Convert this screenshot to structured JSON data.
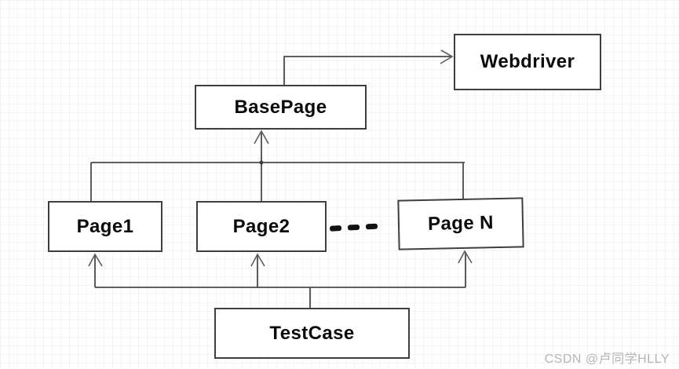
{
  "diagram": {
    "type": "uml-architecture-diagram",
    "subject": "Page Object Model structure",
    "nodes": {
      "webdriver": {
        "label": "Webdriver"
      },
      "basepage": {
        "label": "BasePage"
      },
      "page1": {
        "label": "Page1"
      },
      "page2": {
        "label": "Page2"
      },
      "pagen": {
        "label": "Page N"
      },
      "testcase": {
        "label": "TestCase"
      }
    },
    "edges": [
      {
        "from": "BasePage",
        "to": "Webdriver",
        "style": "open-arrow"
      },
      {
        "from": "Page1",
        "to": "BasePage",
        "style": "open-arrow"
      },
      {
        "from": "Page2",
        "to": "BasePage",
        "style": "open-arrow"
      },
      {
        "from": "Page N",
        "to": "BasePage",
        "style": "open-arrow"
      },
      {
        "from": "TestCase",
        "to": "Page1",
        "style": "open-arrow"
      },
      {
        "from": "TestCase",
        "to": "Page2",
        "style": "open-arrow"
      },
      {
        "from": "TestCase",
        "to": "Page N",
        "style": "open-arrow"
      }
    ],
    "ellipsis_icon": "- - -"
  },
  "watermark": {
    "text": "CSDN @卢同学HLLY"
  },
  "colors": {
    "background": "#ffffff",
    "box_border": "#3f3f3f",
    "line": "#4a4a4a",
    "label_text": "#0a0a0a",
    "watermark_text": "#b5b5b5"
  }
}
